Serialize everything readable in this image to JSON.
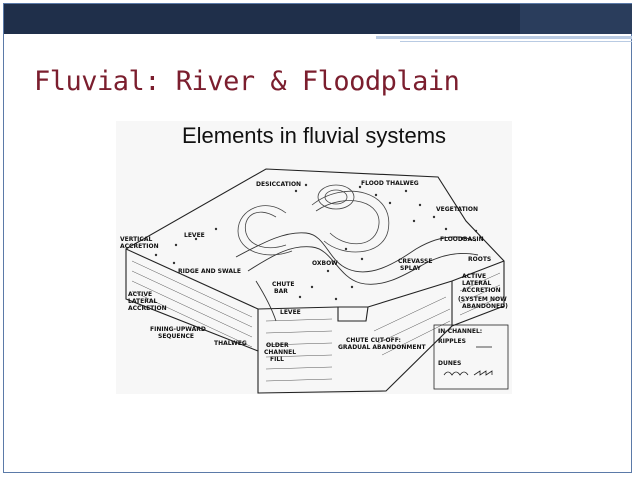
{
  "slide": {
    "title": "Fluvial: River & Floodplain"
  },
  "figure": {
    "heading": "Elements in fluvial systems",
    "labels": {
      "desiccation": "DESICCATION",
      "flood_thalweg": "FLOOD THALWEG",
      "vegetation": "VEGETATION",
      "vertical_accretion_1": "VERTICAL",
      "vertical_accretion_2": "ACCRETION",
      "levee_top": "LEVEE",
      "floodbasin": "FLOODBASIN",
      "roots": "ROOTS",
      "oxbow": "OXBOW",
      "crevasse_1": "CREVASSE",
      "crevasse_2": "SPLAY",
      "ridge_and_swale": "RIDGE AND SWALE",
      "active_lateral_right_1": "ACTIVE",
      "active_lateral_right_2": "LATERAL",
      "active_lateral_right_3": "ACCRETION",
      "system_now_1": "(SYSTEM NOW",
      "system_now_2": "ABANDONED)",
      "active_lateral_left_1": "ACTIVE",
      "active_lateral_left_2": "LATERAL",
      "active_lateral_left_3": "ACCRETION",
      "chute_bar_1": "CHUTE",
      "chute_bar_2": "BAR",
      "levee_front": "LEVEE",
      "fining_upward_1": "FINING-UPWARD",
      "fining_upward_2": "SEQUENCE",
      "thalweg": "THALWEG",
      "older_channel_1": "OLDER",
      "older_channel_2": "CHANNEL",
      "older_channel_3": "FILL",
      "chute_cutoff_1": "CHUTE CUT-OFF:",
      "chute_cutoff_2": "GRADUAL ABANDONMENT",
      "in_channel_1": "IN-CHANNEL:",
      "in_channel_2": "RIPPLES",
      "dunes": "DUNES"
    }
  }
}
